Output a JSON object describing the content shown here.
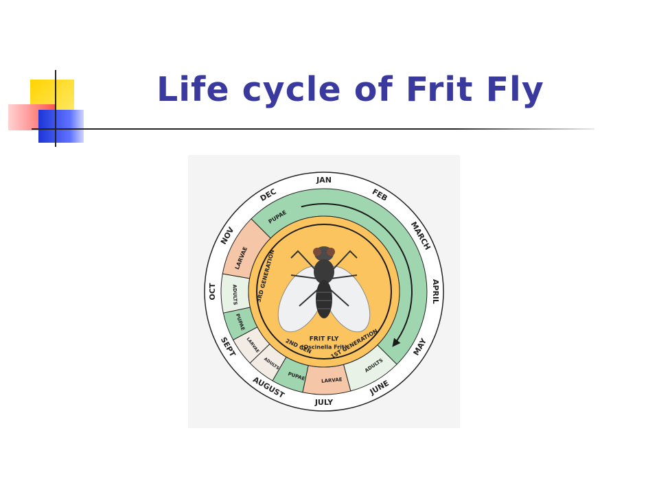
{
  "slide": {
    "title": "Life cycle of Frit Fly"
  },
  "diagram": {
    "months": [
      "JAN",
      "FEB",
      "MARCH",
      "APRIL",
      "MAY",
      "JUNE",
      "JULY",
      "AUGUST",
      "SEPT",
      "OCT",
      "NOV",
      "DEC"
    ],
    "stages": {
      "pupae_winter": "PUPAE",
      "larvae_winter": "LARVAE",
      "adults_may": "ADULTS",
      "larvae_june": "LARVAE",
      "pupae_july": "PUPAE",
      "adults_july": "ADULTS",
      "larvae_august": "LARVAE",
      "pupae_august": "PUPAE",
      "adults_sept": "ADULTS"
    },
    "generations": {
      "first": "1ST GENERATION",
      "second": "2ND GEN",
      "third": "3RD GENERATION"
    },
    "species_name": "FRIT FLY",
    "species_latin": "(Oscinella Frit)"
  },
  "colors": {
    "green_band": "#9fd6b0",
    "pink_band": "#f5c6a8",
    "yellow_center": "#fcc45e",
    "ring_line": "#1a1a1a"
  }
}
